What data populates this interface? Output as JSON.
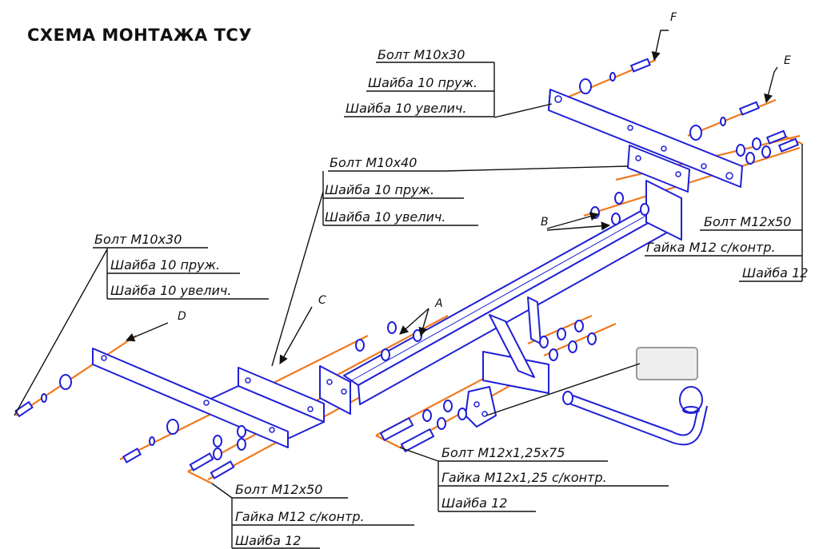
{
  "title": "СХЕМА МОНТАЖА ТСУ",
  "colors": {
    "part_outline": "#1f1fd6",
    "axis_line": "#f07a1e",
    "leader_line": "#111111",
    "label_text": "#111111",
    "plate_fill": "#ffffff",
    "plug_fill": "#eeeeee"
  },
  "callouts": {
    "top": [
      "Болт M10x30",
      "Шайба 10 пруж.",
      "Шайба 10 увелич."
    ],
    "middle": [
      "Болт M10x40",
      "Шайба 10 пруж.",
      "Шайба 10 увелич."
    ],
    "left": [
      "Болт M10x30",
      "Шайба 10 пруж.",
      "Шайба 10 увелич."
    ],
    "right": [
      "Болт M12x50",
      "Гайка M12 с/контр.",
      "Шайба 12"
    ],
    "bottom_center": [
      "Болт M12x1,25x75",
      "Гайка M12x1,25 с/контр.",
      "Шайба 12"
    ],
    "bottom_left": [
      "Болт M12x50",
      "Гайка M12 с/контр.",
      "Шайба 12"
    ]
  },
  "markers": {
    "A": "A",
    "B": "B",
    "C": "C",
    "D": "D",
    "E": "E",
    "F": "F"
  }
}
